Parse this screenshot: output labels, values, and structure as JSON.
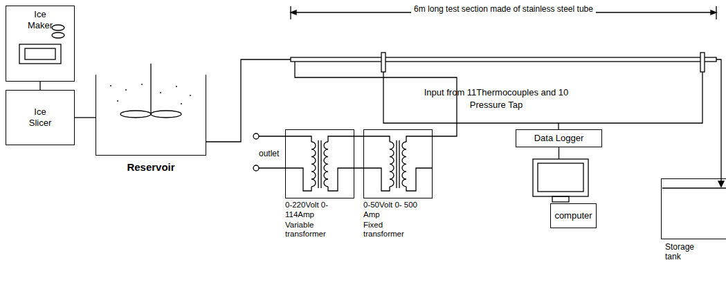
{
  "diagram": {
    "nodes": [
      {
        "text": [
          "Ice Maker"
        ]
      },
      {
        "text": [
          "Ice Slicer"
        ]
      },
      {
        "text": [
          "Reservoir"
        ]
      },
      {
        "text": [
          "0-220Volt 0-114Amp",
          "Variable transformer"
        ]
      },
      {
        "text": [
          "0-50Volt 0- 500 Amp",
          "Fixed transformer"
        ]
      },
      {
        "text": [
          "Data Logger"
        ]
      },
      {
        "text": [
          "computer"
        ]
      },
      {
        "text": [
          "Storage tank"
        ]
      }
    ],
    "edges": [
      {
        "from": 0,
        "to": 1,
        "arrow": "none"
      },
      {
        "from": 1,
        "to": 2,
        "arrow": "none"
      },
      {
        "from": 3,
        "to": 4,
        "arrow": "none"
      },
      {
        "from": 5,
        "to": 6,
        "arrow": "none"
      }
    ],
    "labels": [
      "6m long test section made of stainless steel tube",
      "Input from 11Thermocouples and 10 Pressure Tap",
      "outlet"
    ]
  }
}
